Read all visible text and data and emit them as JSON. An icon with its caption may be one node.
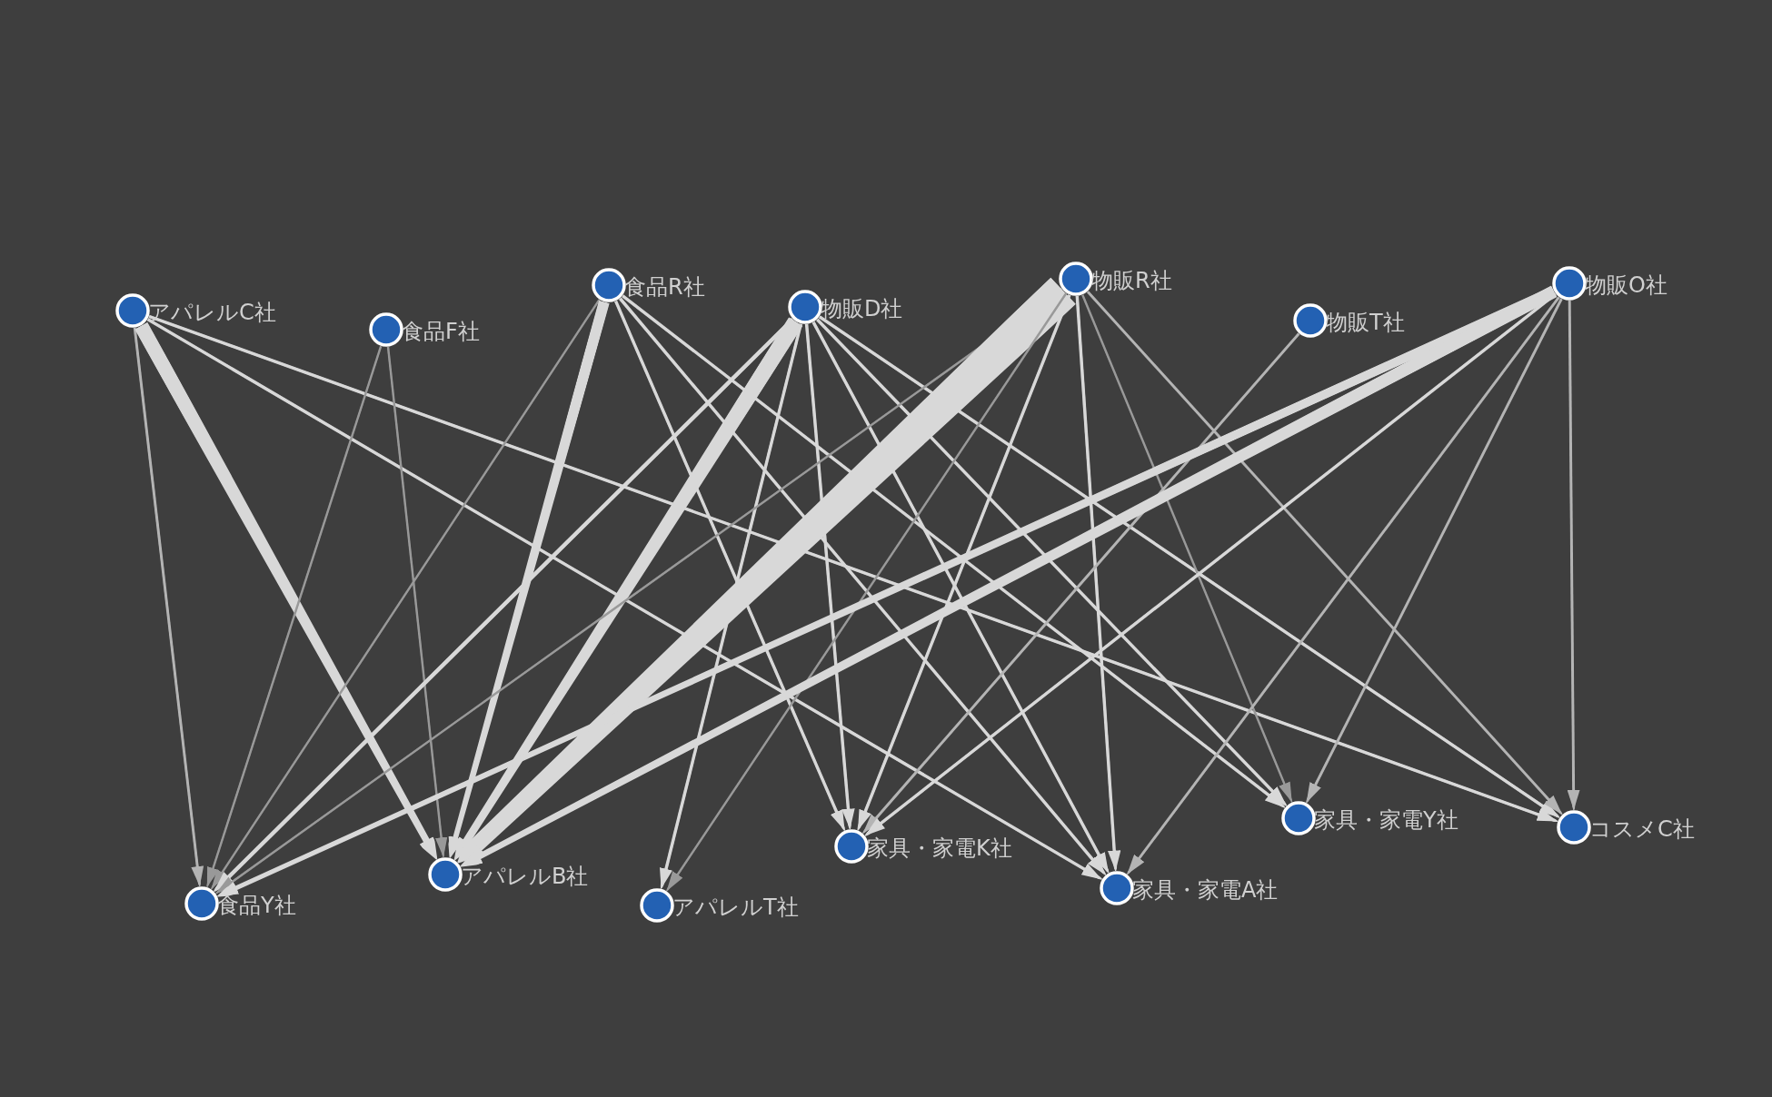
{
  "diagram": {
    "nodes": [
      {
        "text": [
          "アパレルC社"
        ]
      },
      {
        "text": [
          "食品F社"
        ]
      },
      {
        "text": [
          "食品R社"
        ]
      },
      {
        "text": [
          "物販D社"
        ]
      },
      {
        "text": [
          "物販R社"
        ]
      },
      {
        "text": [
          "物販T社"
        ]
      },
      {
        "text": [
          "物販O社"
        ]
      },
      {
        "text": [
          "食品Y社"
        ]
      },
      {
        "text": [
          "アパレルB社"
        ]
      },
      {
        "text": [
          "アパレルT社"
        ]
      },
      {
        "text": [
          "家具・家電K社"
        ]
      },
      {
        "text": [
          "家具・家電A社"
        ]
      },
      {
        "text": [
          "家具・家電Y社"
        ]
      },
      {
        "text": [
          "コスメC社"
        ]
      }
    ],
    "edges": [
      {
        "from": 0,
        "to": 7,
        "arrow": "to",
        "color": "#b4b4b4"
      },
      {
        "from": 0,
        "to": 8,
        "arrow": "to",
        "style": "thick"
      },
      {
        "from": 0,
        "to": 11,
        "arrow": "to"
      },
      {
        "from": 0,
        "to": 13,
        "arrow": "to"
      },
      {
        "from": 1,
        "to": 7,
        "arrow": "to",
        "color": "#999999"
      },
      {
        "from": 1,
        "to": 8,
        "arrow": "to",
        "color": "#999999"
      },
      {
        "from": 2,
        "to": 7,
        "arrow": "to",
        "color": "#999999"
      },
      {
        "from": 2,
        "to": 8,
        "arrow": "to",
        "style": "thick"
      },
      {
        "from": 2,
        "to": 10,
        "arrow": "to"
      },
      {
        "from": 2,
        "to": 11,
        "arrow": "to"
      },
      {
        "from": 2,
        "to": 12,
        "arrow": "to"
      },
      {
        "from": 3,
        "to": 7,
        "arrow": "to"
      },
      {
        "from": 3,
        "to": 8,
        "arrow": "to",
        "style": "thick"
      },
      {
        "from": 3,
        "to": 9,
        "arrow": "to"
      },
      {
        "from": 3,
        "to": 10,
        "arrow": "to"
      },
      {
        "from": 3,
        "to": 11,
        "arrow": "to"
      },
      {
        "from": 3,
        "to": 12,
        "arrow": "to"
      },
      {
        "from": 3,
        "to": 13,
        "arrow": "to"
      },
      {
        "from": 4,
        "to": 7,
        "arrow": "to",
        "color": "#999999"
      },
      {
        "from": 4,
        "to": 8,
        "arrow": "to",
        "style": "thick"
      },
      {
        "from": 4,
        "to": 9,
        "arrow": "to",
        "color": "#999999"
      },
      {
        "from": 4,
        "to": 10,
        "arrow": "to"
      },
      {
        "from": 4,
        "to": 11,
        "arrow": "to"
      },
      {
        "from": 4,
        "to": 12,
        "arrow": "to",
        "color": "#999999"
      },
      {
        "from": 4,
        "to": 13,
        "arrow": "to",
        "color": "#b4b4b4"
      },
      {
        "from": 5,
        "to": 10,
        "arrow": "to",
        "color": "#b4b4b4"
      },
      {
        "from": 6,
        "to": 7,
        "arrow": "to",
        "style": "thick"
      },
      {
        "from": 6,
        "to": 8,
        "arrow": "to",
        "style": "thick"
      },
      {
        "from": 6,
        "to": 10,
        "arrow": "to"
      },
      {
        "from": 6,
        "to": 11,
        "arrow": "to",
        "color": "#b4b4b4"
      },
      {
        "from": 6,
        "to": 12,
        "arrow": "to",
        "color": "#b4b4b4"
      },
      {
        "from": 6,
        "to": 13,
        "arrow": "to",
        "color": "#b4b4b4"
      }
    ]
  }
}
